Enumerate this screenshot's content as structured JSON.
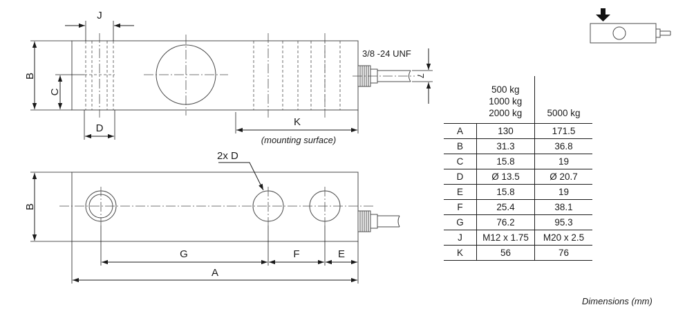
{
  "diagram": {
    "labels": {
      "J": "J",
      "B_top": "B",
      "C": "C",
      "D": "D",
      "K": "K",
      "mounting": "(mounting surface)",
      "thread": "3/8 -24 UNF",
      "seven": "7",
      "two_x_d": "2x D",
      "B_bottom": "B",
      "G": "G",
      "F": "F",
      "E": "E",
      "A": "A"
    },
    "arrow_icon": "down-arrow-icon"
  },
  "table": {
    "header": {
      "col1": [
        "500 kg",
        "1000 kg",
        "2000 kg"
      ],
      "col2": "5000 kg"
    },
    "rows": [
      {
        "key": "A",
        "v1": "130",
        "v2": "171.5"
      },
      {
        "key": "B",
        "v1": "31.3",
        "v2": "36.8"
      },
      {
        "key": "C",
        "v1": "15.8",
        "v2": "19"
      },
      {
        "key": "D",
        "v1": "Ø 13.5",
        "v2": "Ø 20.7"
      },
      {
        "key": "E",
        "v1": "15.8",
        "v2": "19"
      },
      {
        "key": "F",
        "v1": "25.4",
        "v2": "38.1"
      },
      {
        "key": "G",
        "v1": "76.2",
        "v2": "95.3"
      },
      {
        "key": "J",
        "v1": "M12 x 1.75",
        "v2": "M20 x 2.5"
      },
      {
        "key": "K",
        "v1": "56",
        "v2": "76"
      }
    ]
  },
  "footnote": "Dimensions (mm)"
}
